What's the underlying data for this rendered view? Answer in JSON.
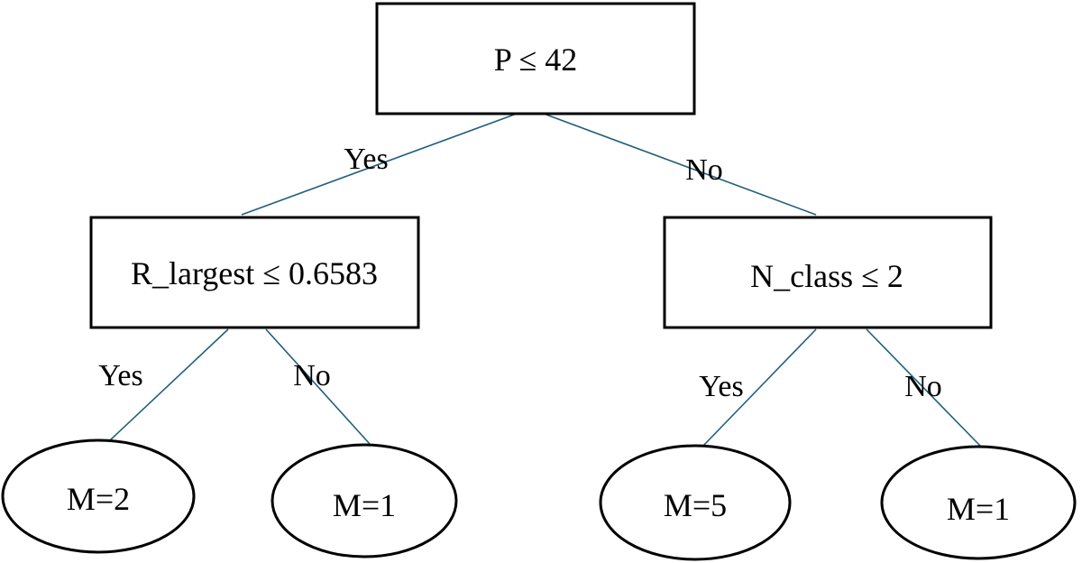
{
  "diagram": {
    "root": {
      "label": "P ≤ 42"
    },
    "left_split": {
      "label": "R_largest ≤ 0.6583"
    },
    "right_split": {
      "label": "N_class ≤ 2"
    },
    "leaves": [
      {
        "label": "M=2"
      },
      {
        "label": "M=1"
      },
      {
        "label": "M=5"
      },
      {
        "label": "M=1"
      }
    ],
    "edges": {
      "root_yes": "Yes",
      "root_no": "No",
      "left_yes": "Yes",
      "left_no": "No",
      "right_yes": "Yes",
      "right_no": "No"
    }
  }
}
